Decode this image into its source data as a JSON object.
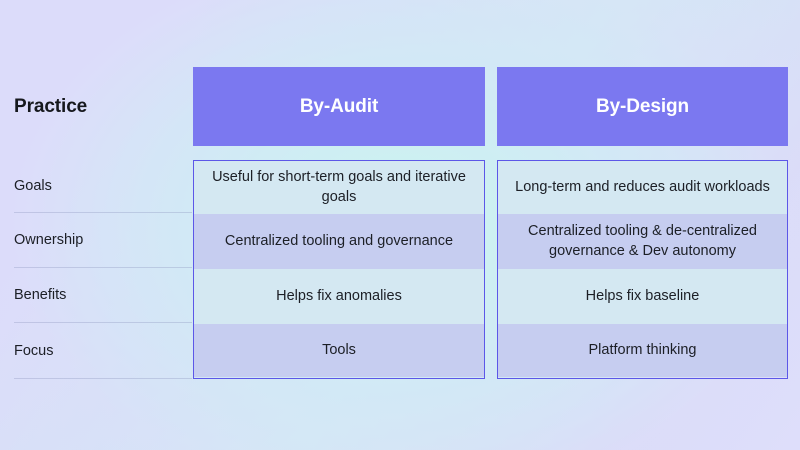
{
  "table": {
    "corner_label": "Practice",
    "columns": [
      {
        "id": "by-audit",
        "header": "By-Audit"
      },
      {
        "id": "by-design",
        "header": "By-Design"
      }
    ],
    "rows": [
      {
        "label": "Goals",
        "by_audit": "Useful for short-term goals and iterative goals",
        "by_design": "Long-term and reduces audit workloads"
      },
      {
        "label": "Ownership",
        "by_audit": "Centralized tooling and governance",
        "by_design": "Centralized tooling & de-centralized governance & Dev autonomy"
      },
      {
        "label": "Benefits",
        "by_audit": "Helps fix anomalies",
        "by_design": "Helps fix baseline"
      },
      {
        "label": "Focus",
        "by_audit": "Tools",
        "by_design": "Platform thinking"
      }
    ]
  },
  "colors": {
    "header_purple": "#7b78f0",
    "table_border": "#5c57e8",
    "row_light_blue": "#d4e8f2",
    "row_periwinkle": "#c6cdf0",
    "background_lavender": "#dcdcfa",
    "background_cyan": "#cdf0f2",
    "text_dark": "#1c1f26",
    "header_text": "#ffffff"
  }
}
